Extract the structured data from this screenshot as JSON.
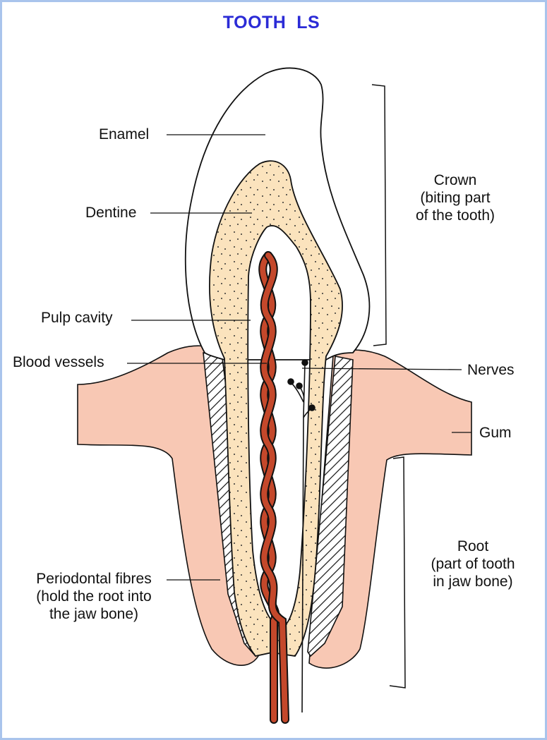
{
  "title": "TOOTH  LS",
  "colors": {
    "title": "#2b2bd6",
    "border": "#a9c4ec",
    "enamel": "#ffffff",
    "dentine": "#fbe3bd",
    "gum": "#f8c8b4",
    "blood_vessel": "#c4482b",
    "outline": "#111111"
  },
  "labels": {
    "enamel": "Enamel",
    "dentine": "Dentine",
    "pulp_cavity": "Pulp cavity",
    "blood_vessels": "Blood vessels",
    "periodontal": [
      "Periodontal fibres",
      "(hold the root into",
      "the jaw bone)"
    ],
    "crown": [
      "Crown",
      "(biting part",
      "of the tooth)"
    ],
    "nerves": "Nerves",
    "gum": "Gum",
    "root": [
      "Root",
      "(part of tooth",
      "in jaw bone)"
    ]
  }
}
